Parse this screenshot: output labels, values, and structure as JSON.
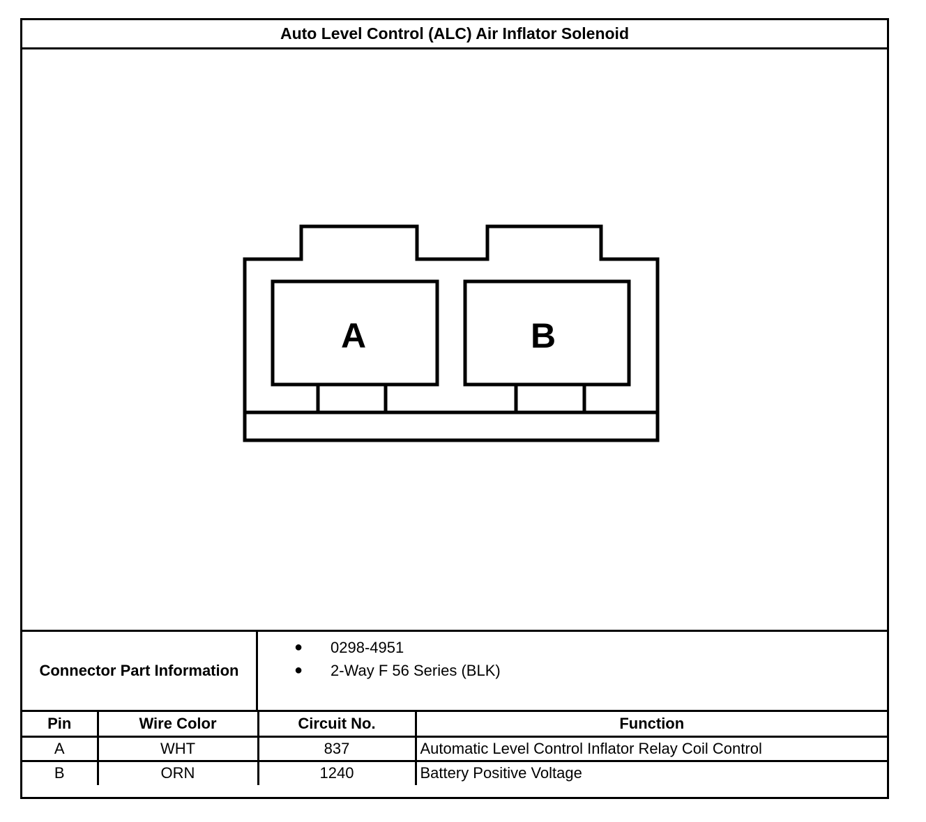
{
  "title": "Auto Level Control (ALC) Air Inflator Solenoid",
  "connector": {
    "cavities": [
      {
        "label": "A"
      },
      {
        "label": "B"
      }
    ]
  },
  "part_info": {
    "label": "Connector Part Information",
    "items": [
      "0298-4951",
      "2-Way F 56 Series (BLK)"
    ]
  },
  "pin_table": {
    "headers": [
      "Pin",
      "Wire Color",
      "Circuit No.",
      "Function"
    ],
    "rows": [
      {
        "pin": "A",
        "wire_color": "WHT",
        "circuit": "837",
        "function": "Automatic Level Control Inflator Relay Coil Control"
      },
      {
        "pin": "B",
        "wire_color": "ORN",
        "circuit": "1240",
        "function": "Battery Positive Voltage"
      }
    ]
  }
}
